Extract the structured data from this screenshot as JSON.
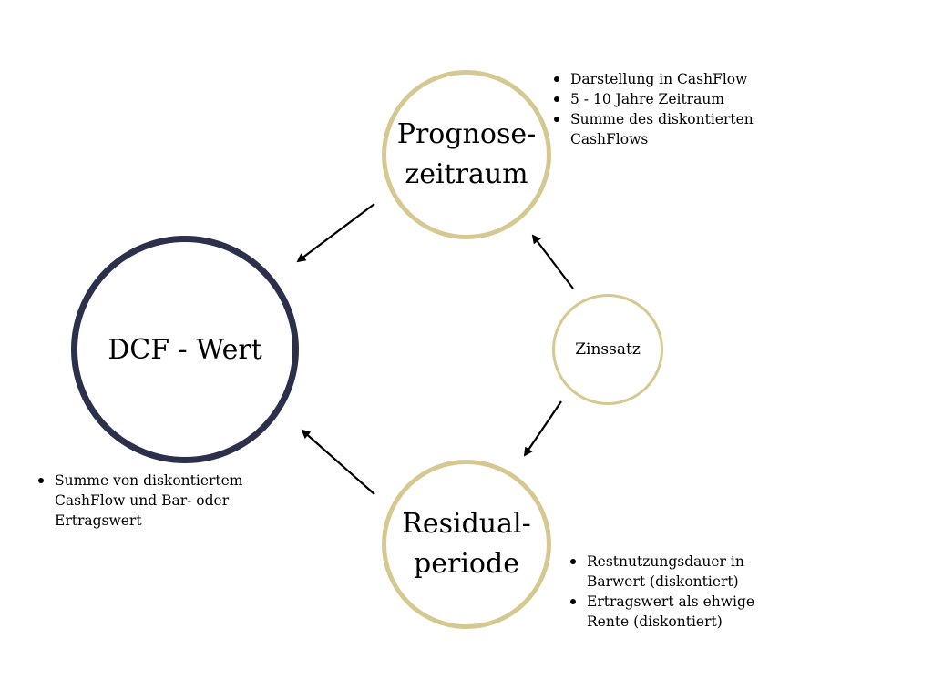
{
  "nodes": {
    "dcf": {
      "label": "DCF - Wert"
    },
    "prognose": {
      "label_line1": "Prognose-",
      "label_line2": "zeitraum"
    },
    "residual": {
      "label_line1": "Residual-",
      "label_line2": "periode"
    },
    "zinssatz": {
      "label": "Zinssatz"
    }
  },
  "notes": {
    "prognose": [
      "Darstellung in CashFlow",
      "5 - 10 Jahre Zeitraum",
      "Summe des diskontierten CashFlows"
    ],
    "dcf": [
      "Summe von diskontiertem CashFlow und Bar- oder Ertragswert"
    ],
    "residual": [
      "Restnutzungsdauer in Barwert (diskontiert)",
      "Ertragswert als ehwige Rente (diskontiert)"
    ]
  },
  "colors": {
    "primary_ring": "#2c304b",
    "accent_ring": "#d6c891",
    "arrow": "#000000"
  }
}
